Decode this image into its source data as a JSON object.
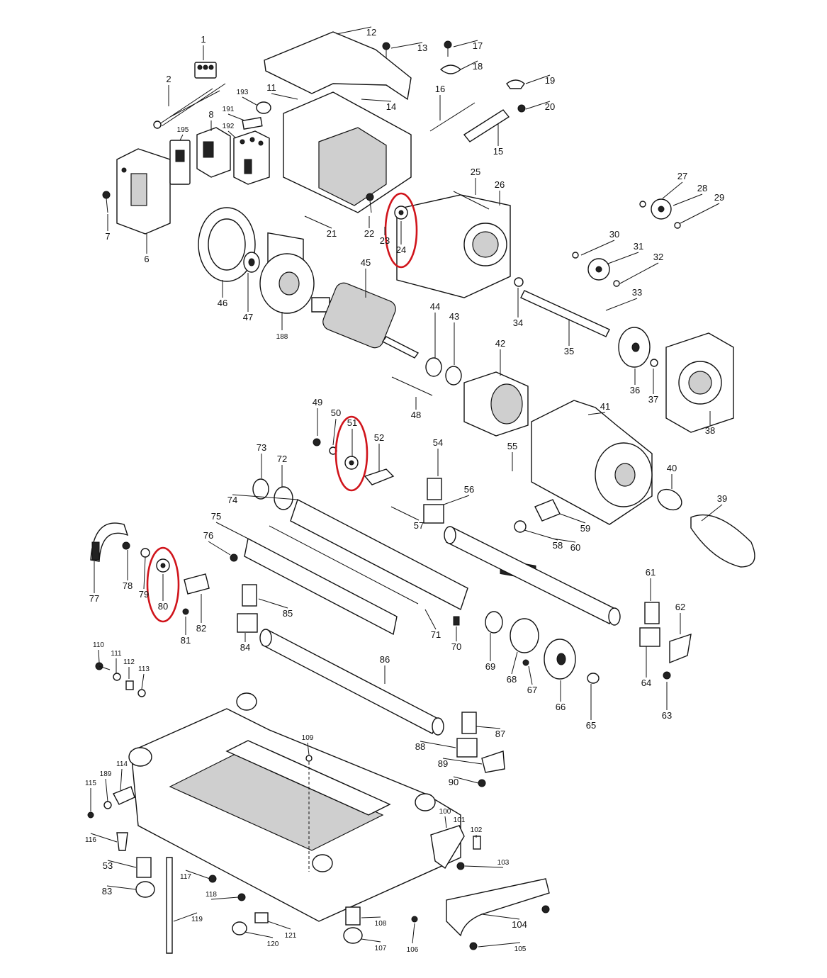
{
  "diagram": {
    "highlight_color": "#d0141b",
    "line_color": "#111111",
    "part_labels": [
      "1",
      "2",
      "6",
      "7",
      "8",
      "11",
      "12",
      "13",
      "14",
      "15",
      "16",
      "17",
      "18",
      "19",
      "20",
      "21",
      "22",
      "23",
      "24",
      "25",
      "26",
      "27",
      "28",
      "29",
      "30",
      "31",
      "32",
      "33",
      "34",
      "35",
      "36",
      "37",
      "38",
      "39",
      "40",
      "41",
      "42",
      "43",
      "44",
      "45",
      "46",
      "47",
      "48",
      "49",
      "50",
      "51",
      "52",
      "53",
      "54",
      "55",
      "56",
      "57",
      "58",
      "59",
      "60",
      "61",
      "62",
      "63",
      "64",
      "65",
      "66",
      "67",
      "68",
      "69",
      "70",
      "71",
      "72",
      "73",
      "74",
      "75",
      "76",
      "77",
      "78",
      "79",
      "80",
      "81",
      "82",
      "83",
      "84",
      "85",
      "86",
      "87",
      "88",
      "89",
      "90",
      "100",
      "101",
      "102",
      "103",
      "104",
      "105",
      "106",
      "107",
      "108",
      "109",
      "110",
      "111",
      "112",
      "113",
      "114",
      "115",
      "116",
      "117",
      "118",
      "119",
      "120",
      "121",
      "188",
      "189",
      "191",
      "192",
      "193",
      "195"
    ],
    "highlighted_parts": [
      "24",
      "51",
      "80"
    ]
  }
}
